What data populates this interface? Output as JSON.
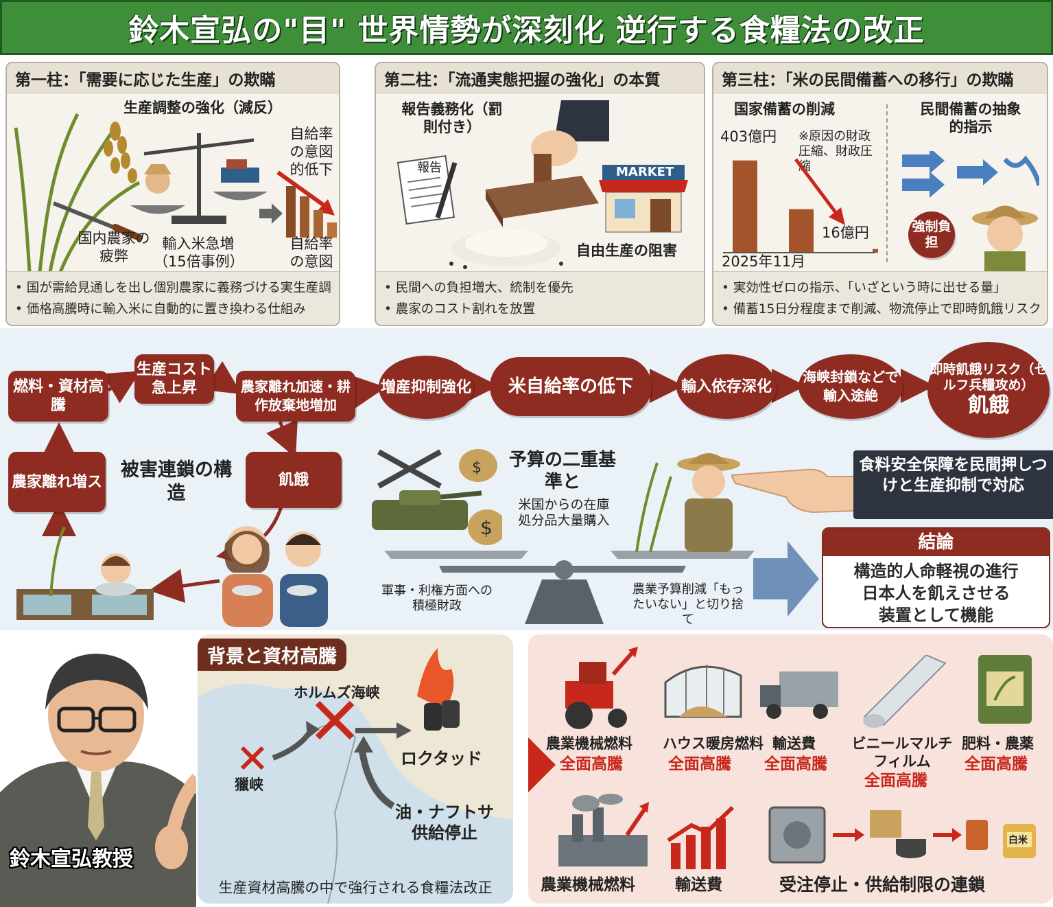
{
  "title": "鈴木宣弘の\"目\" 世界情勢が深刻化 逆行する食糧法の改正",
  "pillar1": {
    "heading": "第一柱：「需要に応じた生産」の欺瞞",
    "labels": {
      "adjust": "生産調整の強化（減反）",
      "selfrate_top": "自給率の意図的低下",
      "farmers": "国内農家の疲弊",
      "imports": "輸入米急増（15倍事例）",
      "selfrate_bottom": "自給率の意図的低下"
    },
    "bullets": [
      "国が需給見通しを出し個別農家に義務づける実生産調整徹底",
      "価格高騰時に輸入米に自動的に置き換わる仕組み"
    ]
  },
  "pillar2": {
    "heading": "第二柱：「流通実態把握の強化」の本質",
    "labels": {
      "report": "報告義務化（罰則付き）",
      "doc": "報告",
      "market": "MARKET",
      "obstruction": "自由生産の阻害"
    },
    "bullets": [
      "民間への負担増大、統制を優先",
      "農家のコスト割れを放置"
    ]
  },
  "pillar3": {
    "heading": "第三柱：「米の民間備蓄への移行」の欺瞞",
    "labels": {
      "cut": "国家備蓄の削減",
      "private": "民間備蓄の抽象的指示",
      "amount_start": "403億円",
      "note": "※原因の財政圧縮、財政圧縮",
      "amount_end": "16億円",
      "date": "2025年11月",
      "burden": "強制負担"
    },
    "chart_data": {
      "type": "bar",
      "categories": [
        "",
        "",
        ""
      ],
      "values": [
        403,
        190,
        16
      ],
      "title": "",
      "xlabel": "",
      "ylabel": "",
      "ylim": [
        0,
        420
      ]
    },
    "bullets": [
      "実効性ゼロの指示、「いざという時に出せる量」",
      "備蓄15日分程度まで削減、物流停止で即時飢餓リスク"
    ]
  },
  "flow": {
    "nodes": {
      "fuel": "燃料・資材高騰",
      "cost": "生産コスト急上昇",
      "exodus": "農家離れ加速・耕作放棄地増加",
      "suppress": "増産抑制強化",
      "selfrate": "米自給率の低下",
      "import": "輸入依存深化",
      "strait": "海峡封鎖などで輸入途絶",
      "risk_top": "即時飢餓リスク（セルフ兵糧攻め）",
      "risk_big": "飢餓",
      "farm_out": "農家離れ増ス",
      "hunger": "飢餓"
    },
    "chain_label": "被害連鎖の構造",
    "budget_title": "予算の二重基準と",
    "budget_sub": "米国からの在庫処分品大量購入",
    "military": "軍事・利権方面への積極財政",
    "agri": "農業予算削減「もったいない」と切り捨て",
    "policy": "食料安全保障を民間押しつけと生産抑制で対応",
    "conclusion_head": "結論",
    "conclusion_lines": [
      "構造的人命軽視の進行",
      "日本人を飢えさせる",
      "装置として機能"
    ]
  },
  "background": {
    "chip": "背景と資材高騰",
    "hormuz": "ホルムズ海峡",
    "lockdown": "ロクタッド",
    "strait2": "獵峡",
    "oil": "油・ナフトサ供給停止",
    "footer": "生産資材高騰の中で強行される食糧法改正"
  },
  "costs": {
    "items": [
      {
        "name": "農業機械燃料",
        "status": "全面高騰"
      },
      {
        "name": "ハウス暖房燃料",
        "status": "全面高騰"
      },
      {
        "name": "輸送費",
        "status": "全面高騰"
      },
      {
        "name": "ビニールマルチフィルム",
        "status": "全面高騰"
      },
      {
        "name": "肥料・農薬",
        "status": "全面高騰"
      }
    ],
    "bottom": {
      "machine": "農業機械燃料",
      "transport": "輸送費",
      "chain": "受注停止・供給制限の連鎖"
    },
    "can_label": "白米"
  },
  "professor": "鈴木宣弘教授",
  "colors": {
    "title_green": "#3f8e3a",
    "node_red": "#8e2c22",
    "alert_red": "#c8281b"
  }
}
